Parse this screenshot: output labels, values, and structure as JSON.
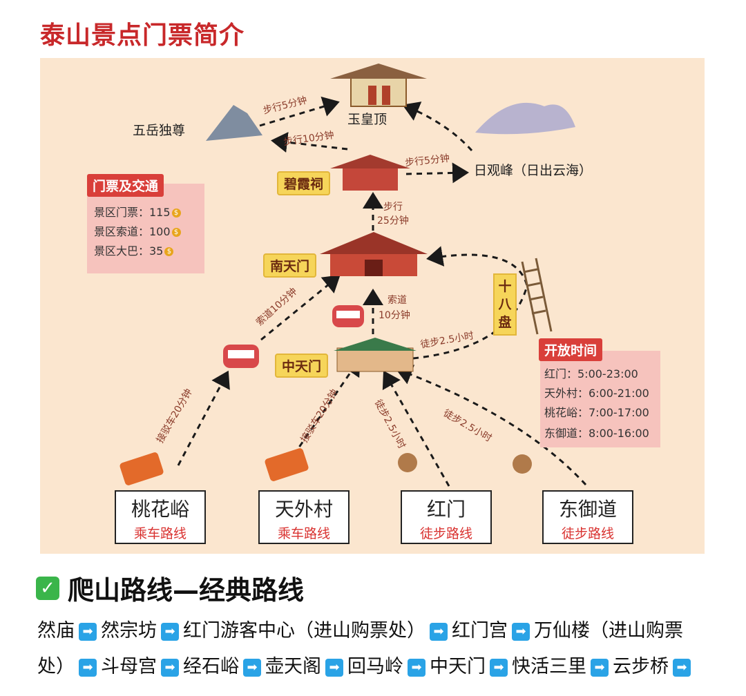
{
  "title": "泰山景点门票简介",
  "places": {
    "yuhuangding": "玉皇顶",
    "wuyue": "五岳独尊",
    "rigguanfeng": "日观峰（日出云海）",
    "bixiaci": "碧霞祠",
    "nantianmen": "南天门",
    "zhongtianmen": "中天门",
    "shibapan": "十八盘"
  },
  "route_notes": {
    "n1": "步行5分钟",
    "n2": "步行10分钟",
    "n3": "步行5分钟",
    "n4a": "步行",
    "n4b": "25分钟",
    "n5": "索道10分钟",
    "n6a": "索道",
    "n6b": "10分钟",
    "n7": "徒步2.5小时",
    "n8": "接驳车20分钟",
    "n9": "接驳车20分钟",
    "n10": "徒步2.5小时",
    "n11": "徒步2.5小时"
  },
  "tickets": {
    "heading": "门票及交通",
    "rows": [
      {
        "label": "景区门票：115",
        "icon": "coin-icon"
      },
      {
        "label": "景区索道：100",
        "icon": "coin-icon"
      },
      {
        "label": "景区大巴：35",
        "icon": "coin-icon"
      }
    ]
  },
  "hours": {
    "heading": "开放时间",
    "rows": [
      "红门：5:00-23:00",
      "天外村：6:00-21:00",
      "桃花峪：7:00-17:00",
      "东御道：8:00-16:00"
    ]
  },
  "entries": [
    {
      "name": "桃花峪",
      "type": "乘车路线"
    },
    {
      "name": "天外村",
      "type": "乘车路线"
    },
    {
      "name": "红门",
      "type": "徒步路线"
    },
    {
      "name": "东御道",
      "type": "徒步路线"
    }
  ],
  "section_title": "爬山路线—经典路线",
  "route_line1": [
    "然庙",
    "然宗坊",
    "红门游客中心（进山购票处）",
    "红门宫",
    "万仙楼（进山购票"
  ],
  "route_line2": [
    "处）",
    "斗母宫",
    "经石峪",
    "壶天阁",
    "回马岭",
    "中天门",
    "快活三里",
    "云步桥"
  ],
  "colors": {
    "title": "#c8282a",
    "map_bg": "#fbe6cf",
    "panel": "#f6c3bd",
    "panel_head": "#d93f3a",
    "tag": "#f6d55a",
    "arrow_btn": "#2aa3e6",
    "check": "#3ab54a"
  }
}
